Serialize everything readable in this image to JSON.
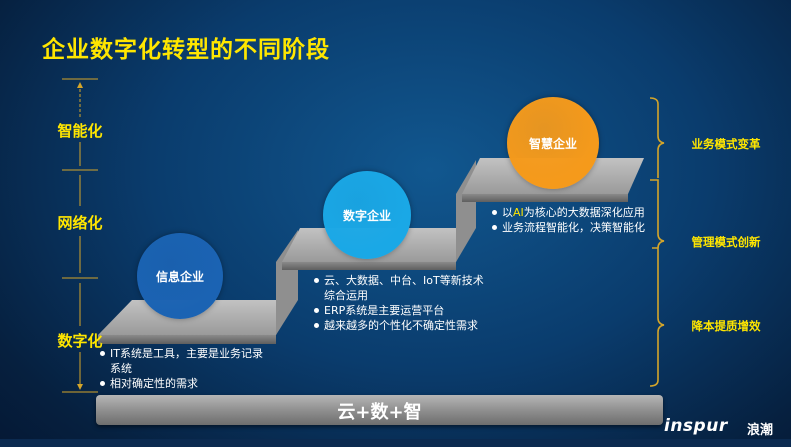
{
  "title": "企业数字化转型的不同阶段",
  "stages": [
    {
      "label": "智能化"
    },
    {
      "label": "网络化"
    },
    {
      "label": "数字化"
    }
  ],
  "enterprises": [
    {
      "name": "信息企业",
      "color": "#1b63b3",
      "bullets": [
        {
          "text": "IT系统是工具，主要是业务记录系统"
        },
        {
          "text": "相对确定性的需求"
        }
      ]
    },
    {
      "name": "数字企业",
      "color": "#1aa8e6",
      "bullets": [
        {
          "text": "云、大数据、中台、IoT等新技术综合运用"
        },
        {
          "text": "ERP系统是主要运营平台"
        },
        {
          "text": "越来越多的个性化不确定性需求"
        }
      ]
    },
    {
      "name": "智慧企业",
      "color": "#f59a1b",
      "bullets": [
        {
          "text_pre": "以",
          "text_hl": "AI",
          "text_post": "为核心的大数据深化应用"
        },
        {
          "text": "业务流程智能化，决策智能化"
        }
      ]
    }
  ],
  "right_labels": [
    "业务模式变革",
    "管理模式创新",
    "降本提质增效"
  ],
  "base_label": "云+数+智",
  "brand": {
    "logo": "inspur",
    "name": "浪潮"
  },
  "colors": {
    "accent": "#ffe600",
    "step": "#a6a6a6"
  }
}
